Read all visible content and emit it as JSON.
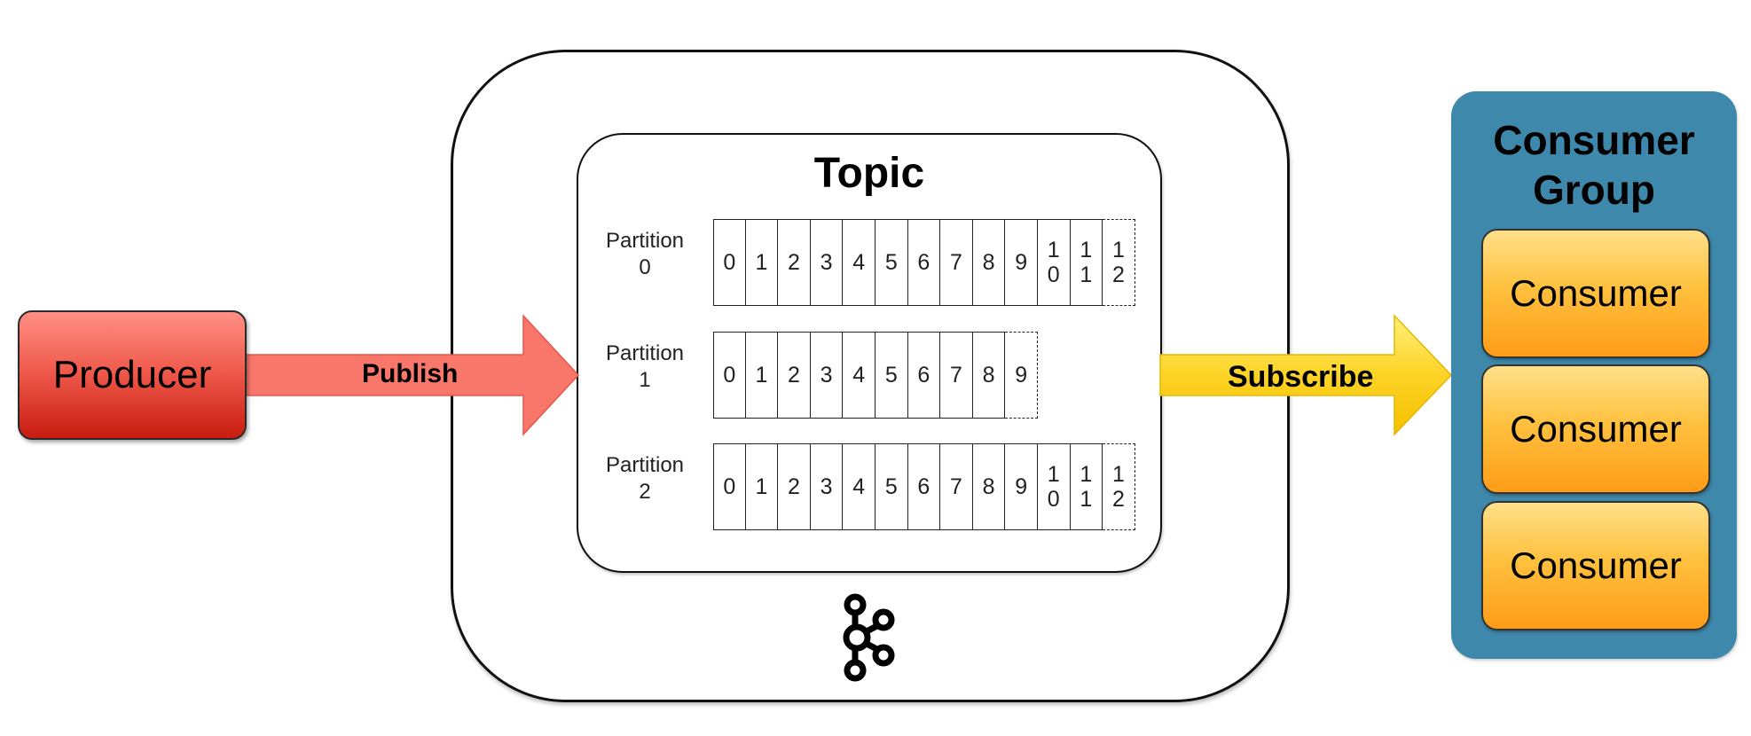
{
  "producer": {
    "label": "Producer"
  },
  "publish": {
    "label": "Publish",
    "color": "#f8776a"
  },
  "subscribe": {
    "label": "Subscribe",
    "color": "#fdd325"
  },
  "broker": {
    "logo_icon": "kafka-logo-icon"
  },
  "topic": {
    "title": "Topic",
    "partitions": [
      {
        "label": "Partition\n0",
        "offsets": [
          "0",
          "1",
          "2",
          "3",
          "4",
          "5",
          "6",
          "7",
          "8",
          "9",
          "10",
          "11"
        ],
        "next_offset": "12"
      },
      {
        "label": "Partition\n1",
        "offsets": [
          "0",
          "1",
          "2",
          "3",
          "4",
          "5",
          "6",
          "7",
          "8"
        ],
        "next_offset": "9"
      },
      {
        "label": "Partition\n2",
        "offsets": [
          "0",
          "1",
          "2",
          "3",
          "4",
          "5",
          "6",
          "7",
          "8",
          "9",
          "10",
          "11"
        ],
        "next_offset": "12"
      }
    ]
  },
  "consumer_group": {
    "title": "Consumer\nGroup",
    "color": "#3e88ab",
    "consumers": [
      "Consumer",
      "Consumer",
      "Consumer"
    ]
  }
}
